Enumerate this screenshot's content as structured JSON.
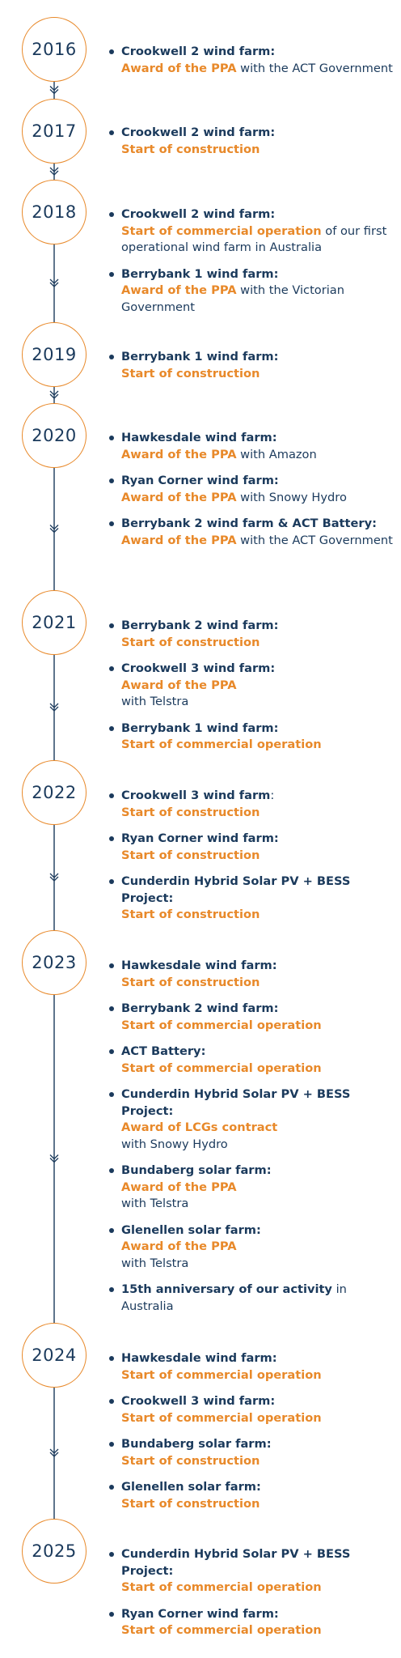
{
  "colors": {
    "accent": "#e8892a",
    "navy": "#1b3a5c",
    "line": "#1b3a5c"
  },
  "icons": {
    "connector": "chevron-down-icon",
    "bullet": "bullet-dot"
  },
  "years": [
    {
      "year": "2016",
      "items": [
        {
          "title": "Crookwell 2 wind farm:",
          "hl": "Award of the PPA",
          "rest": " with the ACT Government"
        }
      ]
    },
    {
      "year": "2017",
      "items": [
        {
          "title": "Crookwell 2 wind farm:",
          "hl": "Start of construction",
          "rest": ""
        }
      ]
    },
    {
      "year": "2018",
      "items": [
        {
          "title": "Crookwell 2 wind farm:",
          "hl": "Start of commercial operation",
          "rest": " of our first operational wind farm in Australia"
        },
        {
          "title": "Berrybank 1 wind farm:",
          "hl": "Award of the PPA",
          "rest": " with the Victorian Government"
        }
      ]
    },
    {
      "year": "2019",
      "items": [
        {
          "title": "Berrybank 1 wind farm:",
          "hl": "Start of construction",
          "rest": ""
        }
      ]
    },
    {
      "year": "2020",
      "items": [
        {
          "title": "Hawkesdale wind farm:",
          "hl": "Award of the PPA",
          "rest": " with Amazon"
        },
        {
          "title": "Ryan Corner wind farm:",
          "hl": "Award of the PPA",
          "rest": " with Snowy Hydro"
        },
        {
          "title": "Berrybank 2 wind farm & ACT Battery:",
          "hl": "Award of the PPA",
          "rest": " with the ACT Government"
        }
      ]
    },
    {
      "year": "2021",
      "items": [
        {
          "title": "Berrybank 2 wind farm:",
          "hl": "Start of construction",
          "rest": ""
        },
        {
          "title": "Crookwell 3 wind farm:",
          "hl": "Award of the PPA",
          "rest": "with Telstra"
        },
        {
          "title": "Berrybank 1 wind farm:",
          "hl": "Start of commercial operation",
          "rest": ""
        }
      ]
    },
    {
      "year": "2022",
      "items": [
        {
          "title": "Crookwell 3 wind farm",
          "colon": ":",
          "hl": "Start of construction",
          "rest": ""
        },
        {
          "title": "Ryan Corner wind farm:",
          "hl": "Start of construction",
          "rest": ""
        },
        {
          "title": "Cunderdin Hybrid Solar PV + BESS Project:",
          "hl": "Start of construction",
          "rest": ""
        }
      ]
    },
    {
      "year": "2023",
      "items": [
        {
          "title": "Hawkesdale wind farm:",
          "hl": "Start of construction",
          "rest": ""
        },
        {
          "title": "Berrybank 2 wind farm:",
          "hl": "Start of commercial operation",
          "rest": ""
        },
        {
          "title": "ACT Battery:",
          "hl": "Start of commercial operation",
          "rest": ""
        },
        {
          "title": "Cunderdin Hybrid Solar PV + BESS Project:",
          "hl": "Award of LCGs contract",
          "rest": "with Snowy Hydro"
        },
        {
          "title": "Bundaberg solar farm:",
          "hl": "Award of the PPA",
          "rest": "with Telstra"
        },
        {
          "title": "Glenellen solar farm:",
          "hl": "Award of the PPA",
          "rest": "with Telstra"
        },
        {
          "title": "15th anniversary of our activity",
          "hl": "",
          "rest": " in Australia",
          "inline": true
        }
      ]
    },
    {
      "year": "2024",
      "items": [
        {
          "title": "Hawkesdale wind farm:",
          "hl": "Start of commercial operation",
          "rest": ""
        },
        {
          "title": "Crookwell 3 wind farm:",
          "hl": "Start of commercial operation",
          "rest": ""
        },
        {
          "title": "Bundaberg solar farm:",
          "hl": "Start of construction",
          "rest": ""
        },
        {
          "title": "Glenellen solar farm:",
          "hl": "Start of construction",
          "rest": ""
        }
      ]
    },
    {
      "year": "2025",
      "items": [
        {
          "title": "Cunderdin Hybrid Solar PV + BESS Project:",
          "hl": "Start of commercial operation",
          "rest": ""
        },
        {
          "title": "Ryan Corner wind farm:",
          "hl": "Start of commercial operation",
          "rest": ""
        }
      ]
    }
  ]
}
